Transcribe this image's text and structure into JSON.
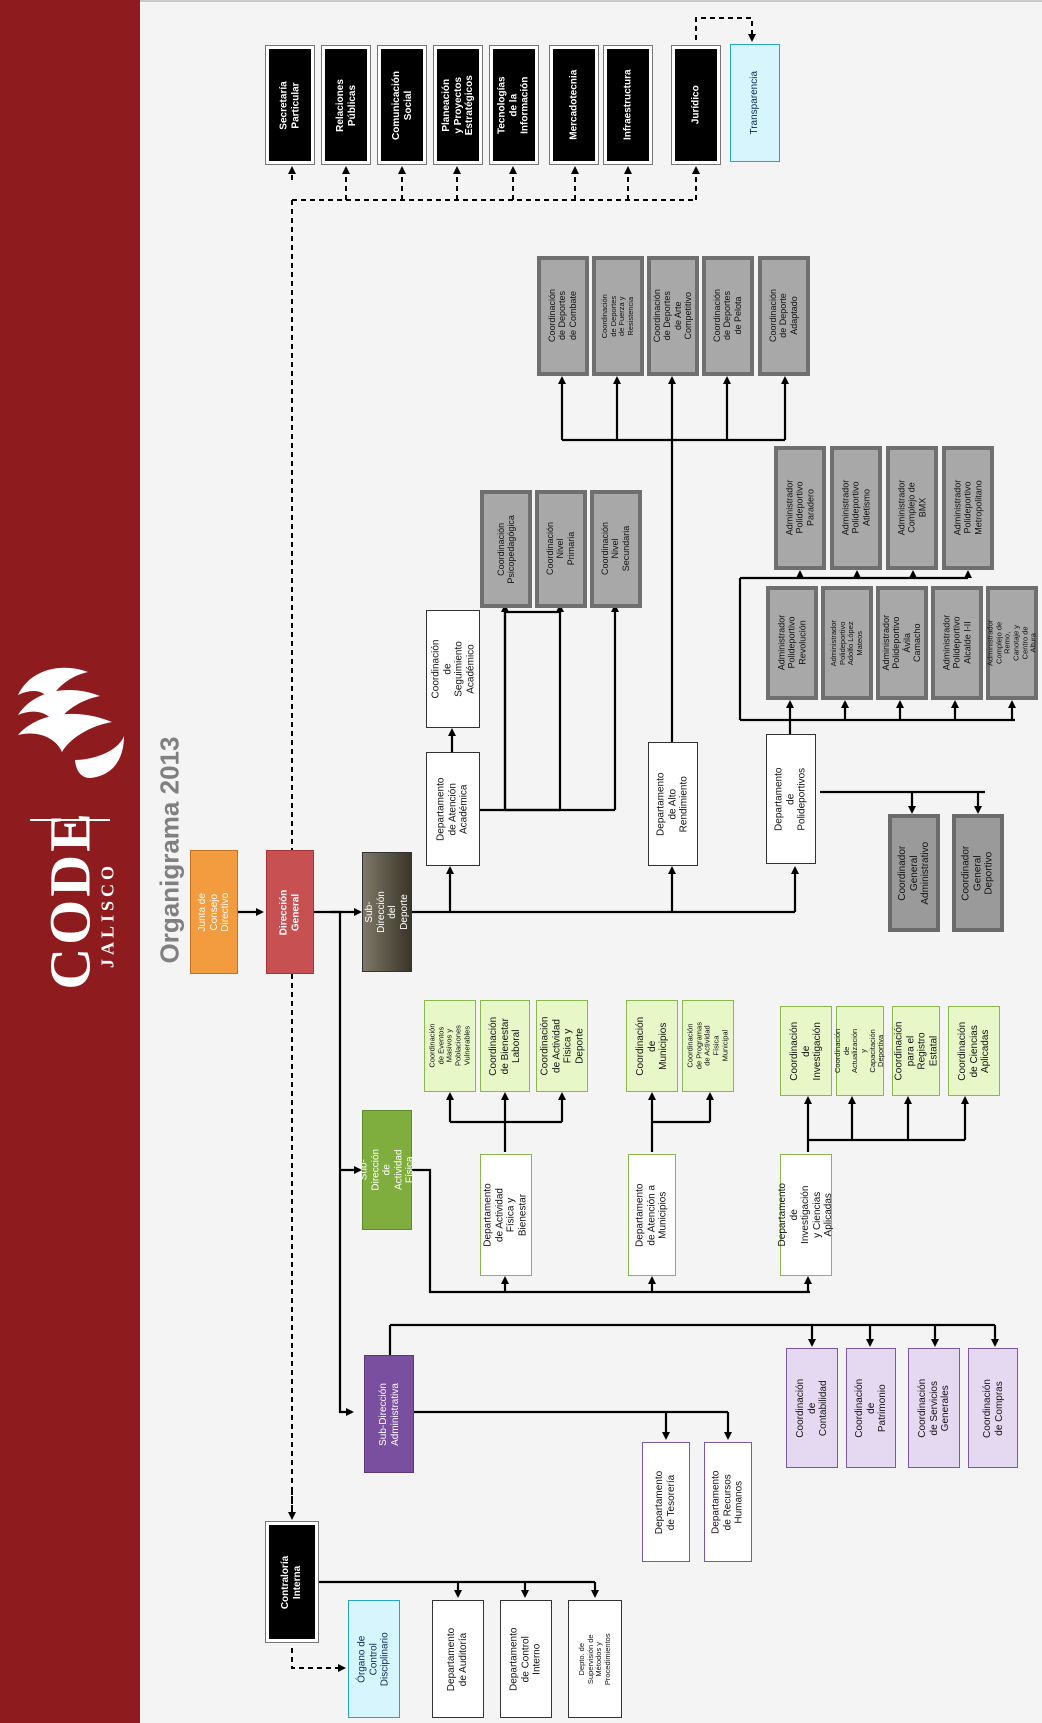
{
  "logo": {
    "wordmark": "CODE",
    "sub": "JALISCO"
  },
  "title": "Organigrama 2013",
  "top": {
    "junta": "Junta de Consejo Directivo",
    "direccion": "Dirección General"
  },
  "staff": [
    "Secretaría Particular",
    "Relaciones Públicas",
    "Comunicación Social",
    "Planeación y Proyectos Estratégicos",
    "Tecnologías de la Información",
    "Mercadotecnia",
    "Infraestructura",
    "Jurídico"
  ],
  "transparencia": "Transparencia",
  "deporte": {
    "sub": "Sub-Dirección del Deporte",
    "academica": "Departamento de Atención Académica",
    "seguimiento": "Coordinación de Seguimiento Académico",
    "acad_coords": [
      "Coordinación Psicopedagógica",
      "Coordinación Nivel Primaria",
      "Coordinación Nivel Secundaria"
    ],
    "alto": "Departamento de Alto Rendimiento",
    "alto_coords": [
      "Coordinación de Deportes de Combate",
      "Coordinación de Deportes de Fuerza y Resistencia",
      "Coordinación de Deportes de Arte Competitivo",
      "Coordinación de Deportes de Pelota",
      "Coordinación de Deporte Adaptado"
    ],
    "poli": "Departamento de Polideportivos",
    "poli_left": [
      "Administrador Polideportivo Revolución",
      "Administrador Polideportivo Adolfo López Mateos",
      "Administrador Polideportivo Ávila Camacho",
      "Administrador Polideportivo Alcalde I-II",
      "Administrador Complejo de Remo, Canotaje y Centro de Altura"
    ],
    "poli_right": [
      "Administrador Polideportivo Paradero",
      "Administrador Polideportivo Atletismo",
      "Administrador Complejo de BMX",
      "Administrador Polideportivo Metropolitano"
    ],
    "coordinadores": [
      "Coordinador General Administrativo",
      "Coordinador General Deportivo"
    ]
  },
  "actividad": {
    "sub": "Sub-Dirección de Actividad Física",
    "depts": [
      "Departamento de Actividad Física y Bienestar",
      "Departamento de Atención a Municipios",
      "Departamento de Investigación y Ciencias Aplicadas"
    ],
    "coords1": [
      "Coordinación de Eventos Masivos y Poblaciones Vulnerables",
      "Coordinación de Bienestar Laboral",
      "Coordinación de Actividad Física y Deporte"
    ],
    "coords2": [
      "Coordinación de Municipios",
      "Coordinación de Programas de Actividad Física Municipal"
    ],
    "coords3": [
      "Coordinación de Investigación",
      "Coordinación de Actualización y Capacitación Deportiva",
      "Coordinación para el Registro Estatal",
      "Coordinación de Ciencias Aplicadas"
    ]
  },
  "admin": {
    "sub": "Sub-Dirección Administrativa",
    "coords": [
      "Coordinación de Contabilidad",
      "Coordinación de Patrimonio",
      "Coordinación de Servicios Generales",
      "Coordinación de Compras"
    ],
    "depts": [
      "Departamento de Tesorería",
      "Departamento de Recursos Humanos"
    ]
  },
  "contraloria": {
    "main": "Contraloría Interna",
    "organo": "Órgano de Control Disciplinario",
    "depts": [
      "Departamento de Auditoría",
      "Departamento de Control Interno",
      "Depto. de Supervisión de Métodos y Procedimientos"
    ]
  }
}
